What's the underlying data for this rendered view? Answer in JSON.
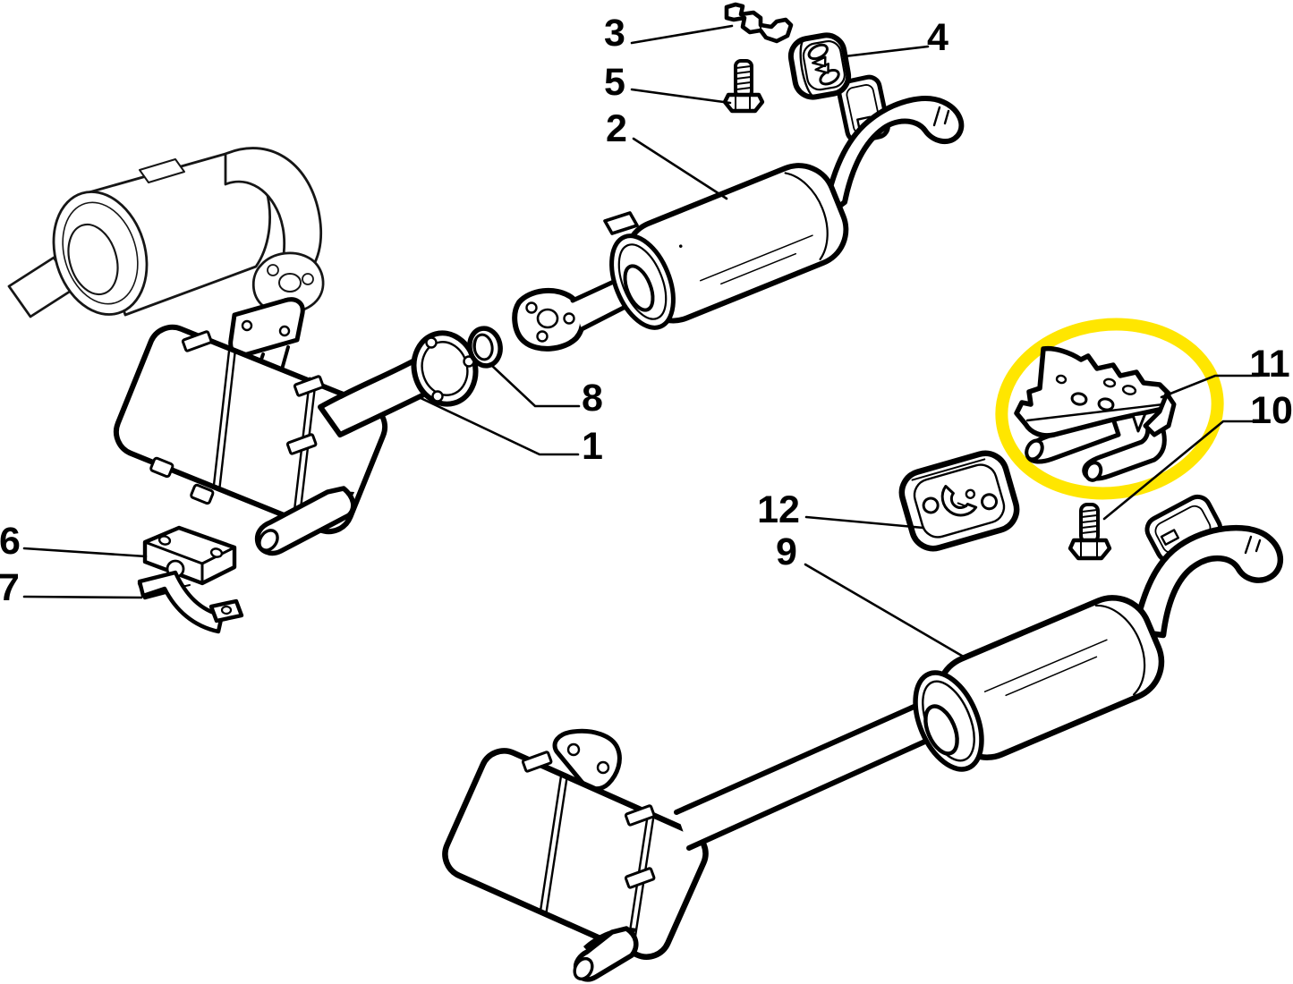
{
  "diagram": {
    "background_color": "#ffffff",
    "ink_color": "#000000",
    "highlight": {
      "shape": "ellipse",
      "color": "#ffe600",
      "encircles_callout": "11"
    },
    "callouts": [
      {
        "number": "1"
      },
      {
        "number": "2"
      },
      {
        "number": "3"
      },
      {
        "number": "4"
      },
      {
        "number": "5"
      },
      {
        "number": "6"
      },
      {
        "number": "7"
      },
      {
        "number": "8"
      },
      {
        "number": "9"
      },
      {
        "number": "10"
      },
      {
        "number": "11"
      },
      {
        "number": "12"
      }
    ]
  }
}
